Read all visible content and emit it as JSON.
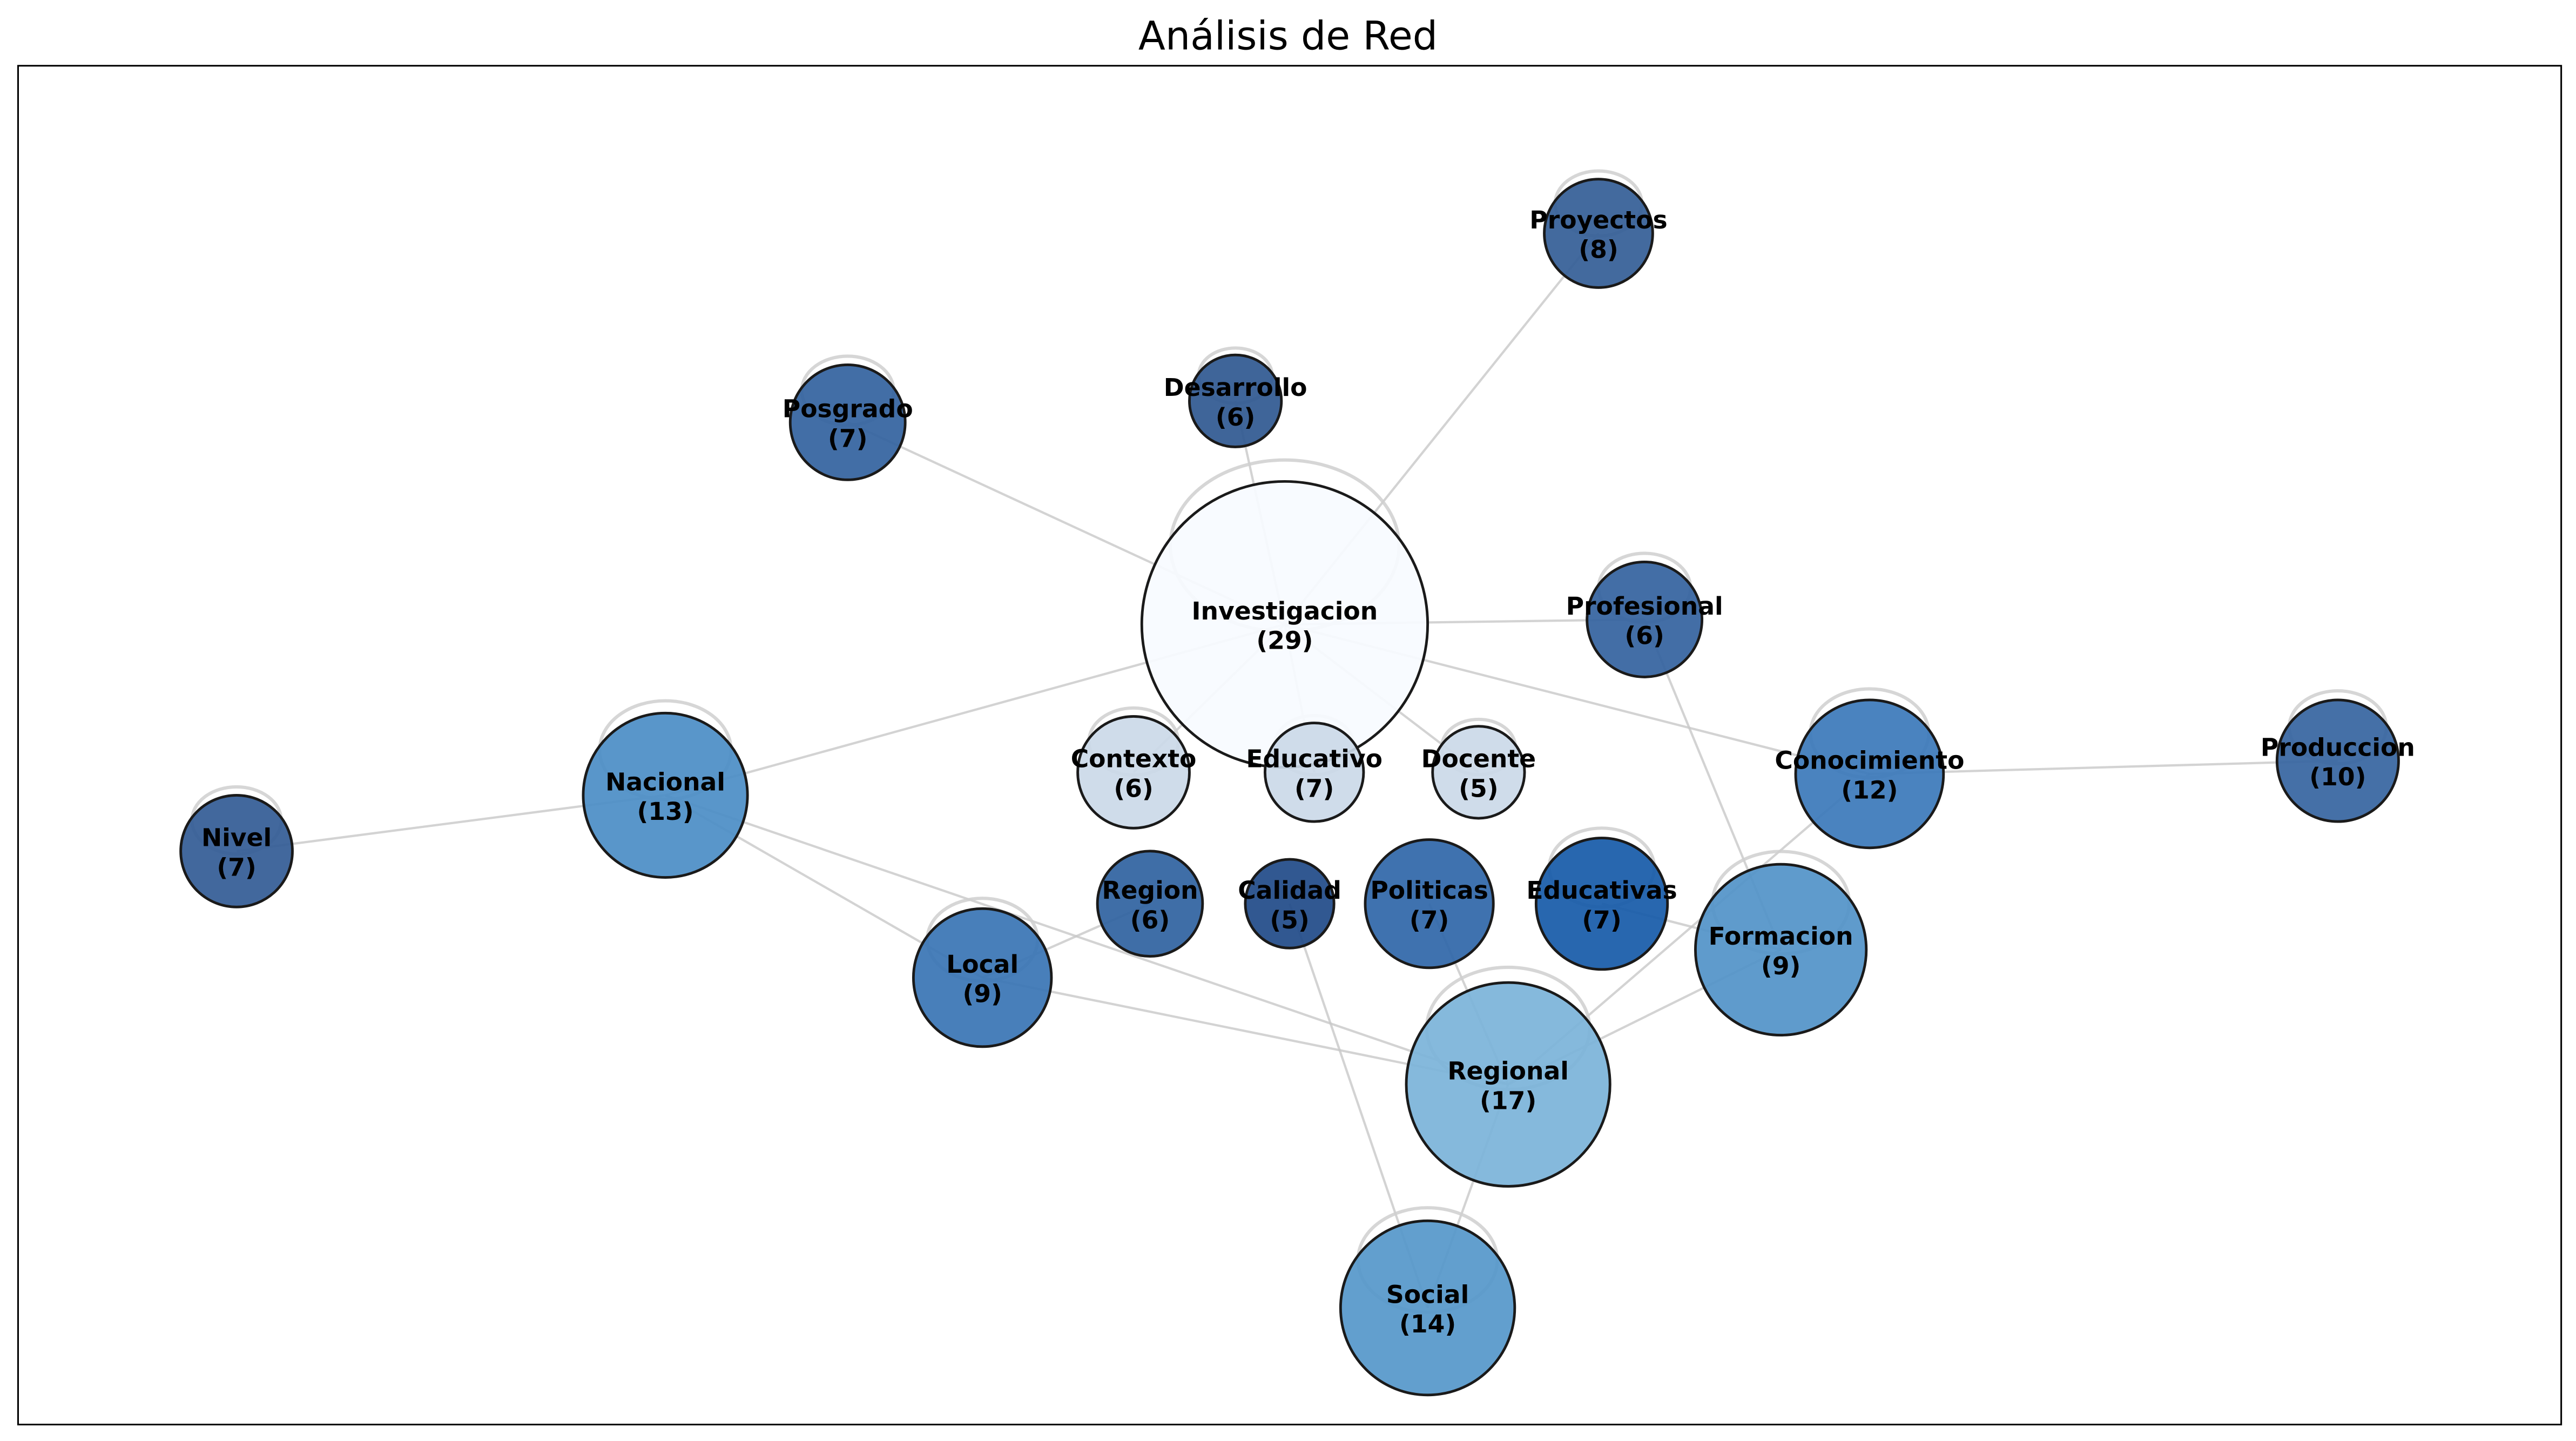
{
  "chart_data": {
    "type": "network",
    "title": "Análisis de Red",
    "nodes": [
      {
        "name": "Investigacion",
        "value": 29,
        "color": "#f7fbff"
      },
      {
        "name": "Contexto",
        "value": 6,
        "color": "#cbd9e8"
      },
      {
        "name": "Educativo",
        "value": 7,
        "color": "#cbd9e8"
      },
      {
        "name": "Docente",
        "value": 5,
        "color": "#cbd9e8"
      },
      {
        "name": "Region",
        "value": 6,
        "color": "#2f62a0"
      },
      {
        "name": "Calidad",
        "value": 5,
        "color": "#1f4a88"
      },
      {
        "name": "Educativas",
        "value": 7,
        "color": "#165aa8"
      },
      {
        "name": "Politicas",
        "value": 7,
        "color": "#2f66a8"
      },
      {
        "name": "Proyectos",
        "value": 8,
        "color": "#335d96"
      },
      {
        "name": "Desarrollo",
        "value": 6,
        "color": "#2f5890"
      },
      {
        "name": "Posgrado",
        "value": 7,
        "color": "#32629e"
      },
      {
        "name": "Profesional",
        "value": 6,
        "color": "#33629e"
      },
      {
        "name": "Conocimiento",
        "value": 12,
        "color": "#3b78ba"
      },
      {
        "name": "Produccion",
        "value": 10,
        "color": "#3564a0"
      },
      {
        "name": "Nivel",
        "value": 7,
        "color": "#325b95"
      },
      {
        "name": "Nacional",
        "value": 13,
        "color": "#4b8dc6"
      },
      {
        "name": "Local",
        "value": 9,
        "color": "#3874b4"
      },
      {
        "name": "Formacion",
        "value": 9,
        "color": "#5193c8"
      },
      {
        "name": "Regional",
        "value": 17,
        "color": "#7bb3d9"
      },
      {
        "name": "Social",
        "value": 14,
        "color": "#5597ca"
      }
    ],
    "edges": [
      [
        "Posgrado",
        "Investigacion"
      ],
      [
        "Desarrollo",
        "Investigacion"
      ],
      [
        "Proyectos",
        "Investigacion"
      ],
      [
        "Profesional",
        "Investigacion"
      ],
      [
        "Conocimiento",
        "Investigacion"
      ],
      [
        "Nacional",
        "Investigacion"
      ],
      [
        "Nivel",
        "Nacional"
      ],
      [
        "Nacional",
        "Local"
      ],
      [
        "Nacional",
        "Regional"
      ],
      [
        "Local",
        "Regional"
      ],
      [
        "Local",
        "Region"
      ],
      [
        "Conocimiento",
        "Produccion"
      ],
      [
        "Conocimiento",
        "Regional"
      ],
      [
        "Formacion",
        "Regional"
      ],
      [
        "Profesional",
        "Formacion"
      ],
      [
        "Educativas",
        "Formacion"
      ],
      [
        "Politicas",
        "Regional"
      ],
      [
        "Social",
        "Regional"
      ],
      [
        "Social",
        "Calidad"
      ],
      [
        "Investigacion",
        "Contexto"
      ],
      [
        "Investigacion",
        "Educativo"
      ],
      [
        "Investigacion",
        "Docente"
      ]
    ],
    "self_loops": [
      "Investigacion",
      "Proyectos",
      "Desarrollo",
      "Posgrado",
      "Profesional",
      "Conocimiento",
      "Produccion",
      "Nivel",
      "Nacional",
      "Local",
      "Formacion",
      "Regional",
      "Social",
      "Contexto",
      "Educativo",
      "Docente",
      "Educativas"
    ]
  }
}
